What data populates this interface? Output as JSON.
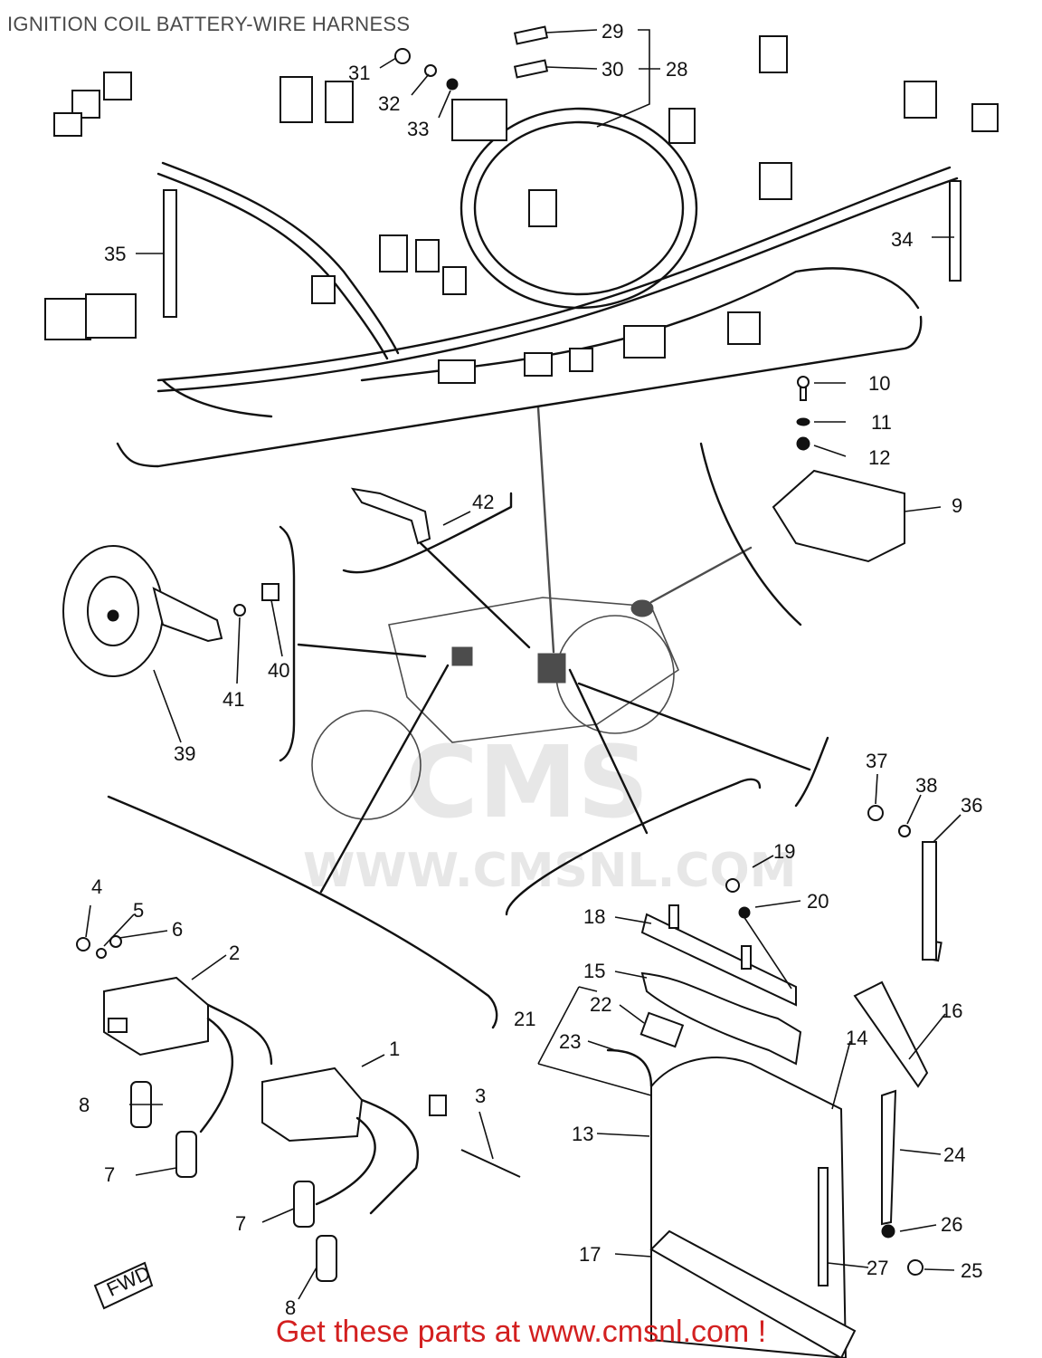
{
  "title": "IGNITION COIL BATTERY-WIRE HARNESS",
  "footer": "Get these parts at www.cmsnl.com !",
  "watermark": {
    "text": "WWW.CMSNL.COM",
    "logo": "CMS"
  },
  "callouts": [
    {
      "id": "29",
      "text": "29"
    },
    {
      "id": "30",
      "text": "30"
    },
    {
      "id": "28",
      "text": "28"
    },
    {
      "id": "31",
      "text": "31"
    },
    {
      "id": "32",
      "text": "32"
    },
    {
      "id": "33",
      "text": "33"
    },
    {
      "id": "35",
      "text": "35"
    },
    {
      "id": "34",
      "text": "34"
    },
    {
      "id": "10",
      "text": "10"
    },
    {
      "id": "11",
      "text": "11"
    },
    {
      "id": "12",
      "text": "12"
    },
    {
      "id": "9",
      "text": "9"
    },
    {
      "id": "42",
      "text": "42"
    },
    {
      "id": "40",
      "text": "40"
    },
    {
      "id": "41",
      "text": "41"
    },
    {
      "id": "39",
      "text": "39"
    },
    {
      "id": "37",
      "text": "37"
    },
    {
      "id": "38",
      "text": "38"
    },
    {
      "id": "36",
      "text": "36"
    },
    {
      "id": "19",
      "text": "19"
    },
    {
      "id": "20",
      "text": "20"
    },
    {
      "id": "18",
      "text": "18"
    },
    {
      "id": "15",
      "text": "15"
    },
    {
      "id": "16",
      "text": "16"
    },
    {
      "id": "14",
      "text": "14"
    },
    {
      "id": "21",
      "text": "21"
    },
    {
      "id": "22",
      "text": "22"
    },
    {
      "id": "23",
      "text": "23"
    },
    {
      "id": "13",
      "text": "13"
    },
    {
      "id": "24",
      "text": "24"
    },
    {
      "id": "26",
      "text": "26"
    },
    {
      "id": "27",
      "text": "27"
    },
    {
      "id": "25",
      "text": "25"
    },
    {
      "id": "17",
      "text": "17"
    },
    {
      "id": "4",
      "text": "4"
    },
    {
      "id": "5",
      "text": "5"
    },
    {
      "id": "6",
      "text": "6"
    },
    {
      "id": "2",
      "text": "2"
    },
    {
      "id": "1",
      "text": "1"
    },
    {
      "id": "3",
      "text": "3"
    },
    {
      "id": "8a",
      "text": "8"
    },
    {
      "id": "7a",
      "text": "7"
    },
    {
      "id": "7b",
      "text": "7"
    },
    {
      "id": "8b",
      "text": "8"
    }
  ],
  "fwd_label": "FWD"
}
